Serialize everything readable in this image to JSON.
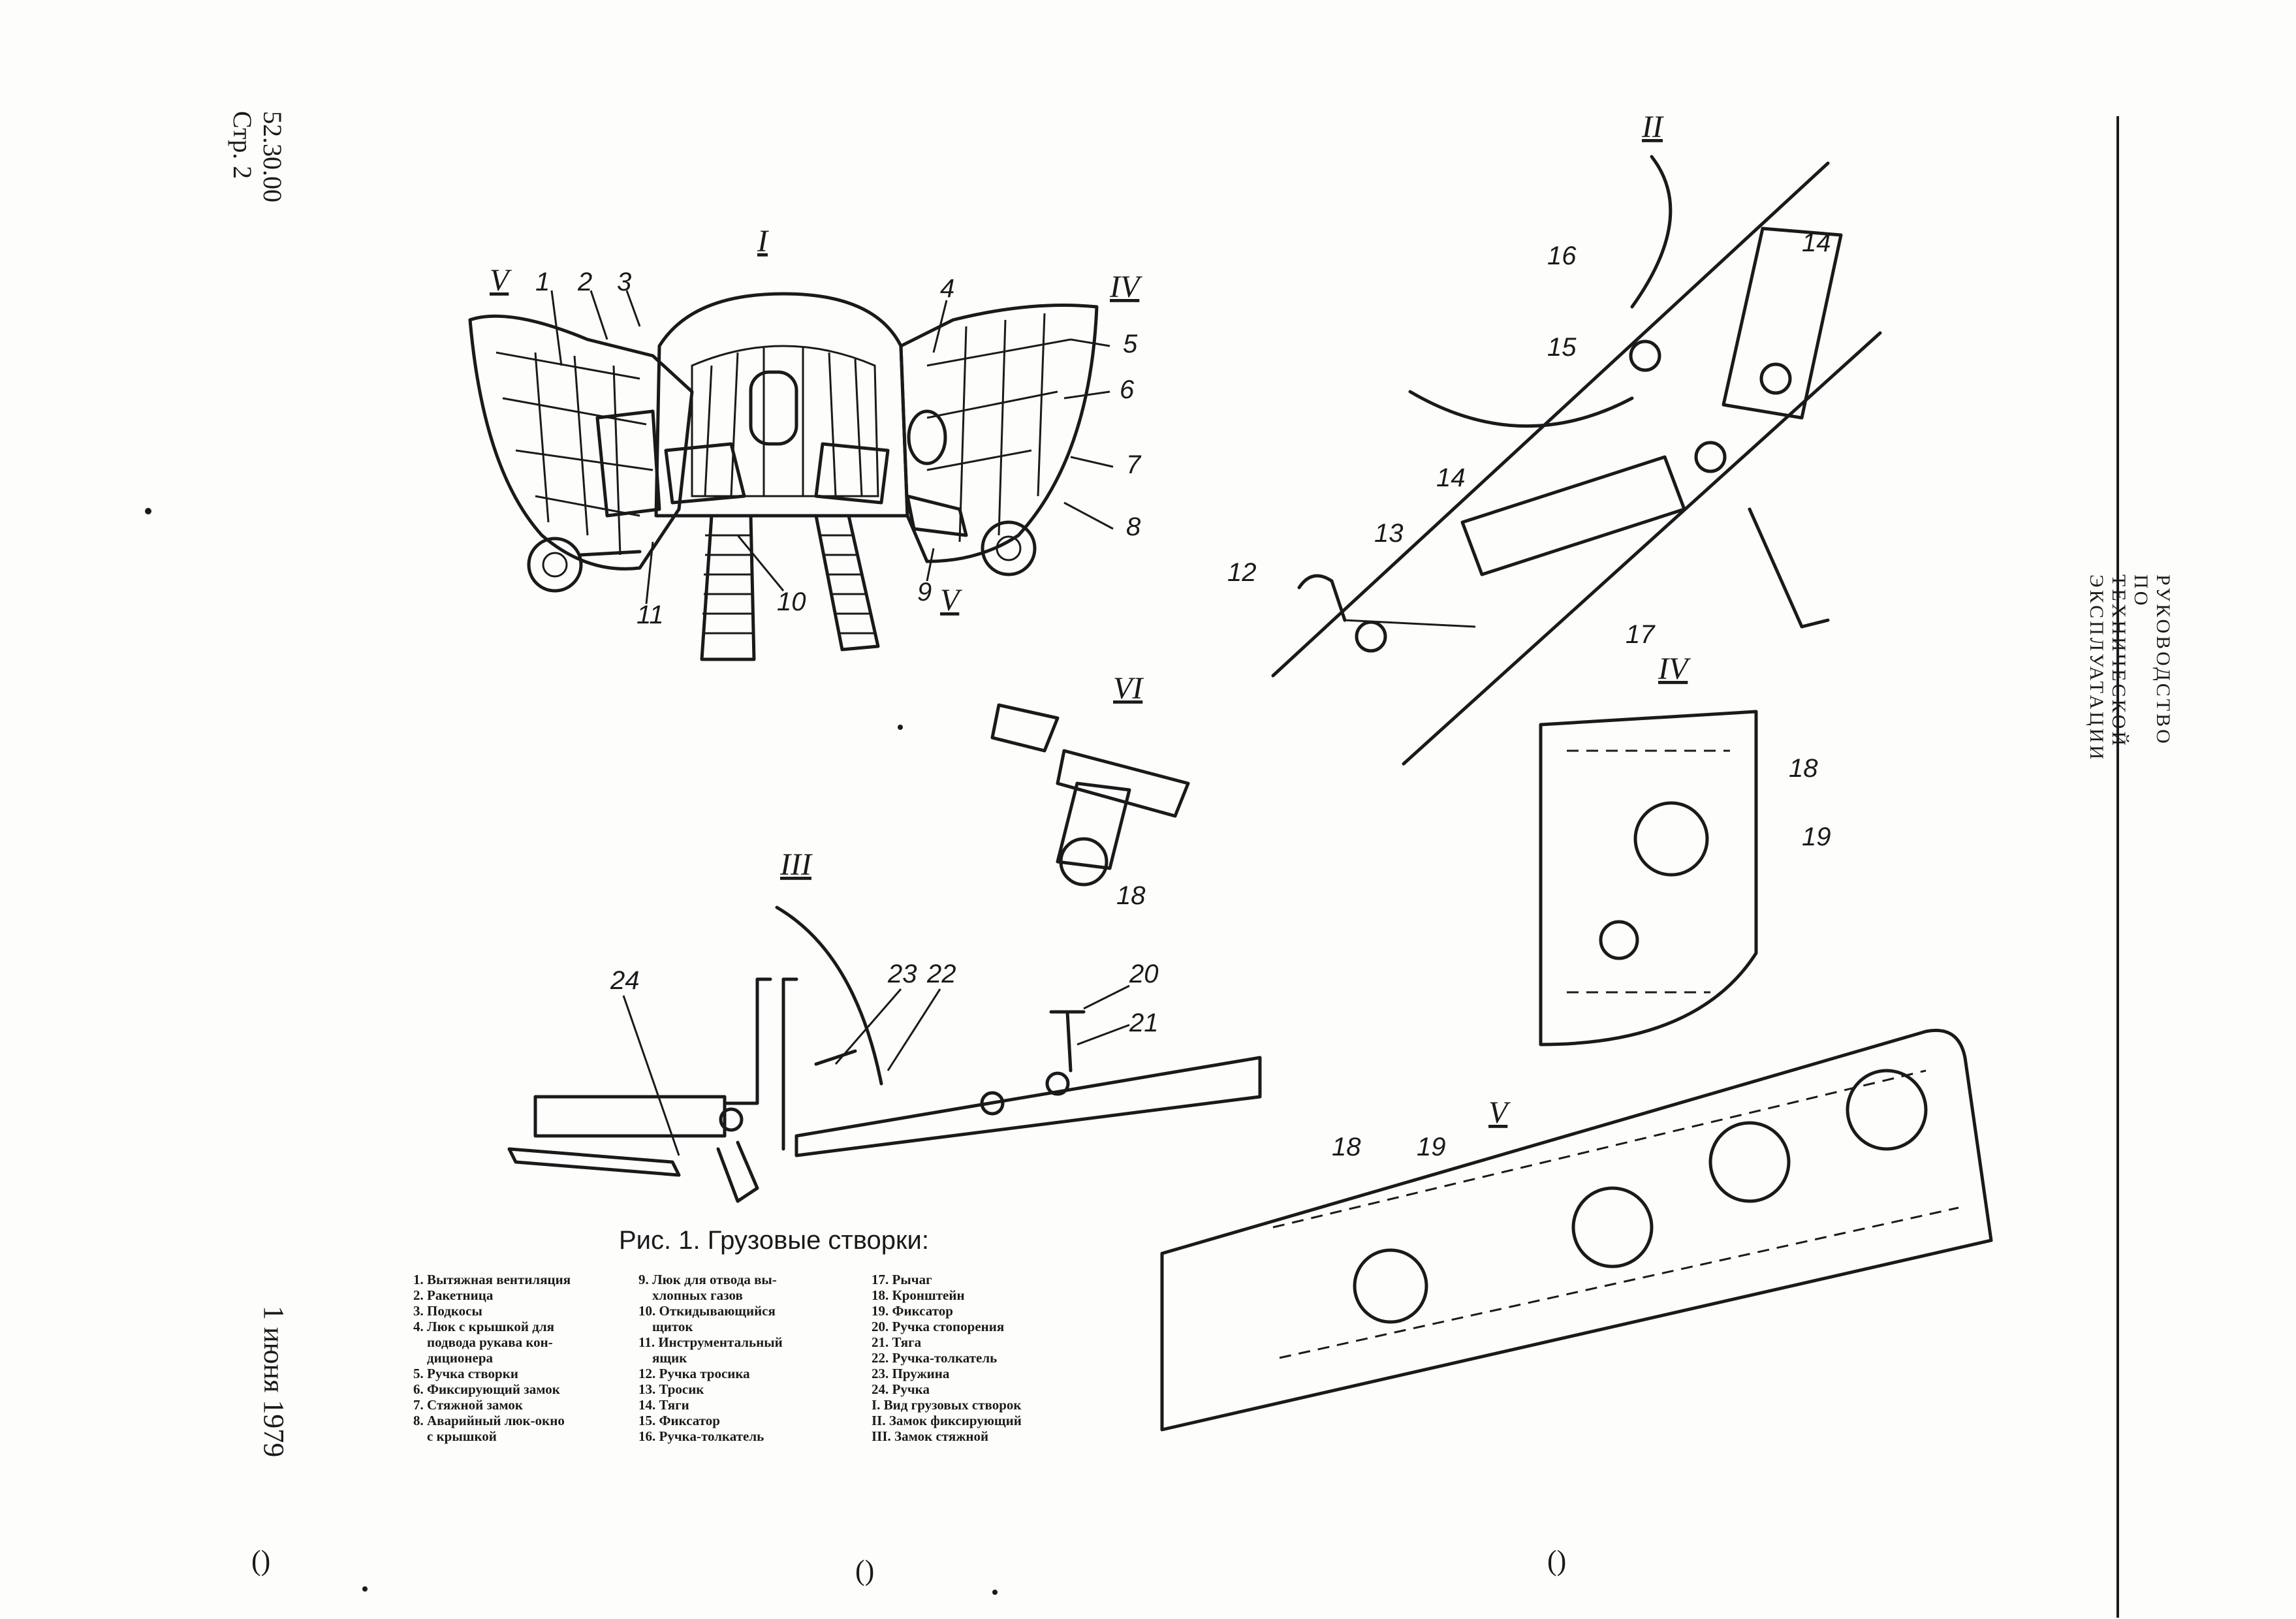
{
  "page_header": {
    "code": "52.30.00",
    "page": "Стр. 2"
  },
  "side_title": "РУКОВОДСТВО ПО ТЕХНИЧЕСКОЙ ЭКСПЛУАТАЦИИ",
  "date": "1 июня 1979",
  "figure": {
    "caption": "Рис. 1. Грузовые створки:",
    "views": {
      "I": "I",
      "II": "II",
      "III": "III",
      "IV": "IV",
      "V": "V",
      "VI": "VI"
    },
    "callouts": [
      "1",
      "2",
      "3",
      "4",
      "5",
      "6",
      "7",
      "8",
      "9",
      "10",
      "11",
      "12",
      "13",
      "14",
      "15",
      "16",
      "17",
      "18",
      "19",
      "20",
      "21",
      "22",
      "23",
      "24"
    ]
  },
  "legend": {
    "column1": [
      "1. Вытяжная вентиляция",
      "2. Ракетница",
      "3. Подкосы",
      "4. Люк с крышкой для",
      "    подвода рукава кон-",
      "    диционера",
      "5. Ручка створки",
      "6. Фиксирующий замок",
      "7. Стяжной замок",
      "8. Аварийный люк-окно",
      "    с крышкой"
    ],
    "column2": [
      "9. Люк для отвода вы-",
      "    хлопных газов",
      "10. Откидывающийся",
      "    щиток",
      "11. Инструментальный",
      "    ящик",
      "12. Ручка тросика",
      "13. Тросик",
      "14. Тяги",
      "15. Фиксатор",
      "16. Ручка-толкатель"
    ],
    "column3": [
      "17. Рычаг",
      "18. Кронштейн",
      "19. Фиксатор",
      "20. Ручка стопорения",
      "21. Тяга",
      "22. Ручка-толкатель",
      "23. Пружина",
      "24. Ручка",
      "I. Вид грузовых створок",
      "II. Замок фиксирующий",
      "III. Замок стяжной"
    ]
  },
  "margin_marks": {
    "left": "()",
    "center": "()",
    "right": "()"
  }
}
